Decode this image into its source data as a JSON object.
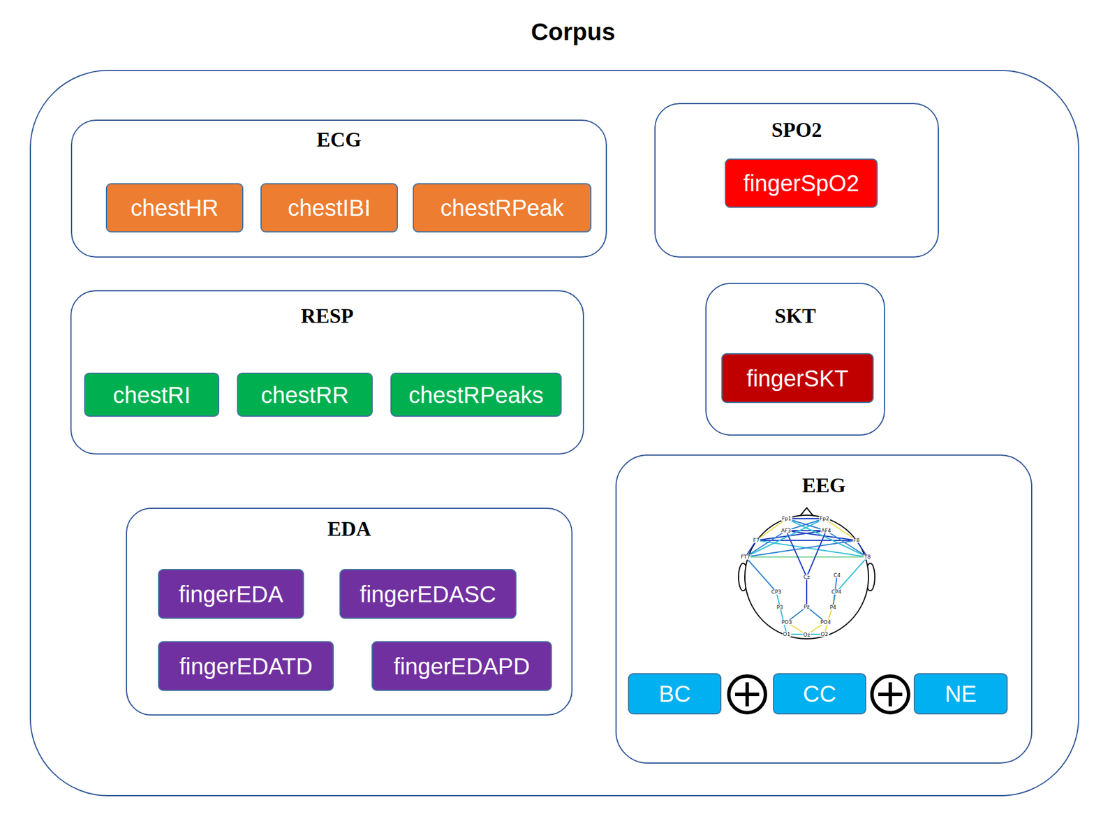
{
  "diagram": {
    "nodes": [
      {
        "text": [
          "Corpus"
        ]
      },
      {
        "text": [
          "ECG"
        ],
        "in": 0
      },
      {
        "text": [
          "chestHR"
        ],
        "in": 1
      },
      {
        "text": [
          "chestIBI"
        ],
        "in": 1
      },
      {
        "text": [
          "chestRPeak"
        ],
        "in": 1
      },
      {
        "text": [
          "SPO2"
        ],
        "in": 0
      },
      {
        "text": [
          "fingerSpO2"
        ],
        "in": 5
      },
      {
        "text": [
          "RESP"
        ],
        "in": 0
      },
      {
        "text": [
          "chestRI"
        ],
        "in": 7
      },
      {
        "text": [
          "chestRR"
        ],
        "in": 7
      },
      {
        "text": [
          "chestRPeaks"
        ],
        "in": 7
      },
      {
        "text": [
          "SKT"
        ],
        "in": 0
      },
      {
        "text": [
          "fingerSKT"
        ],
        "in": 11
      },
      {
        "text": [
          "EDA"
        ],
        "in": 0
      },
      {
        "text": [
          "fingerEDA"
        ],
        "in": 13
      },
      {
        "text": [
          "fingerEDASC"
        ],
        "in": 13
      },
      {
        "text": [
          "fingerEDATD"
        ],
        "in": 13
      },
      {
        "text": [
          "fingerEDAPD"
        ],
        "in": 13
      },
      {
        "text": [
          "EEG"
        ],
        "in": 0
      },
      {
        "text": [
          "BC"
        ],
        "in": 18
      },
      {
        "text": [
          "CC"
        ],
        "in": 18
      },
      {
        "text": [
          "NE"
        ],
        "in": 18
      }
    ],
    "labels": [
      "Fp1",
      "Fp2",
      "AF3",
      "AF4",
      "F7",
      "F8",
      "FT7",
      "T8",
      "Cz",
      "C4",
      "CP3",
      "CP4",
      "P3",
      "Pz",
      "P4",
      "PO3",
      "PO4",
      "O1",
      "Oz",
      "O2"
    ]
  }
}
